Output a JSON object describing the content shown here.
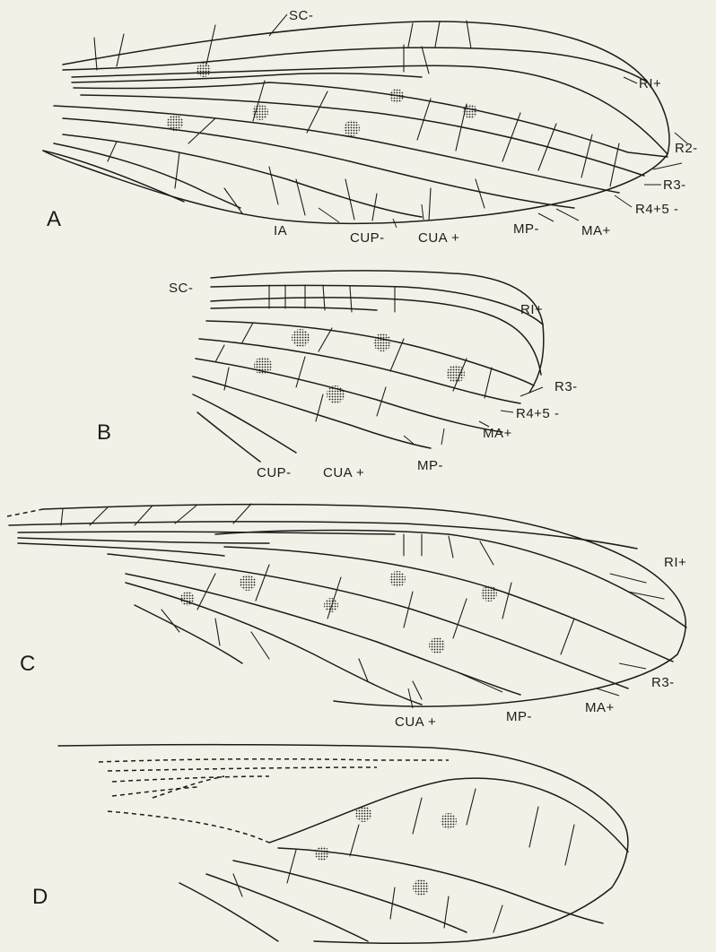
{
  "panels": [
    {
      "letter": "A",
      "labels": [
        "SC-",
        "RI+",
        "R2-",
        "R3-",
        "R4+5 -",
        "MA+",
        "MP-",
        "CUA +",
        "CUP-",
        "IA"
      ]
    },
    {
      "letter": "B",
      "labels": [
        "SC-",
        "RI+",
        "R3-",
        "R4+5 -",
        "MA+",
        "MP-",
        "CUA +",
        "CUP-"
      ]
    },
    {
      "letter": "C",
      "labels": [
        "RI+",
        "R3-",
        "MA+",
        "MP-",
        "CUA +"
      ]
    },
    {
      "letter": "D",
      "labels": []
    }
  ],
  "colors": {
    "background": "#f3f1e7",
    "ink": "#1c1c1c"
  }
}
